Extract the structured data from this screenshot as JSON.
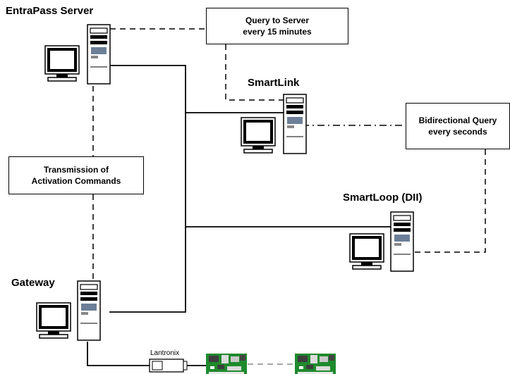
{
  "nodes": {
    "entrapass": {
      "label": "EntraPass Server"
    },
    "smartlink": {
      "label": "SmartLink"
    },
    "smartloop": {
      "label": "SmartLoop (DII)"
    },
    "gateway": {
      "label": "Gateway"
    },
    "lantronix": {
      "label": "Lantronix"
    }
  },
  "notes": {
    "query_server": {
      "line1": "Query to Server",
      "line2": "every 15 minutes"
    },
    "bidirectional": {
      "line1": "Bidirectional Query",
      "line2": "every seconds"
    },
    "transmission": {
      "line1": "Transmission of",
      "line2": "Activation Commands"
    }
  },
  "icons": [
    "computer-icon",
    "server-tower-icon",
    "controller-board-icon",
    "device-server-icon"
  ],
  "colors": {
    "board_green": "#1f8a2e",
    "line": "#000000"
  }
}
